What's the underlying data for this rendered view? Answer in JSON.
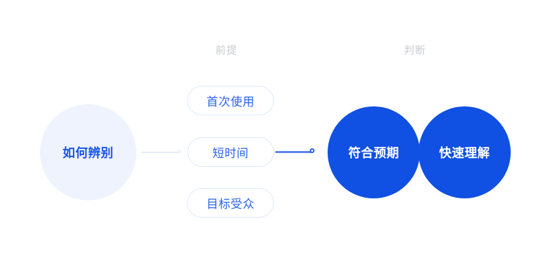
{
  "diagram": {
    "headers": [
      {
        "id": "premise",
        "label": "前提"
      },
      {
        "id": "judgement",
        "label": "判断"
      }
    ],
    "source": {
      "label": "如何辨别",
      "fill": "#eff3fd",
      "text_color": "#1a56e8"
    },
    "premises": [
      {
        "label": "首次使用"
      },
      {
        "label": "短时间"
      },
      {
        "label": "目标受众"
      }
    ],
    "outcomes": [
      {
        "label": "符合预期"
      },
      {
        "label": "快速理解"
      }
    ],
    "colors": {
      "accent_blue": "#1050e2",
      "pill_border": "#dfe8fb",
      "pill_text": "#2a63ec",
      "connector_light": "#e7ecf8",
      "connector_accent": "#5b84f0",
      "header_text": "#c9cbd0",
      "background": "#ffffff"
    }
  }
}
